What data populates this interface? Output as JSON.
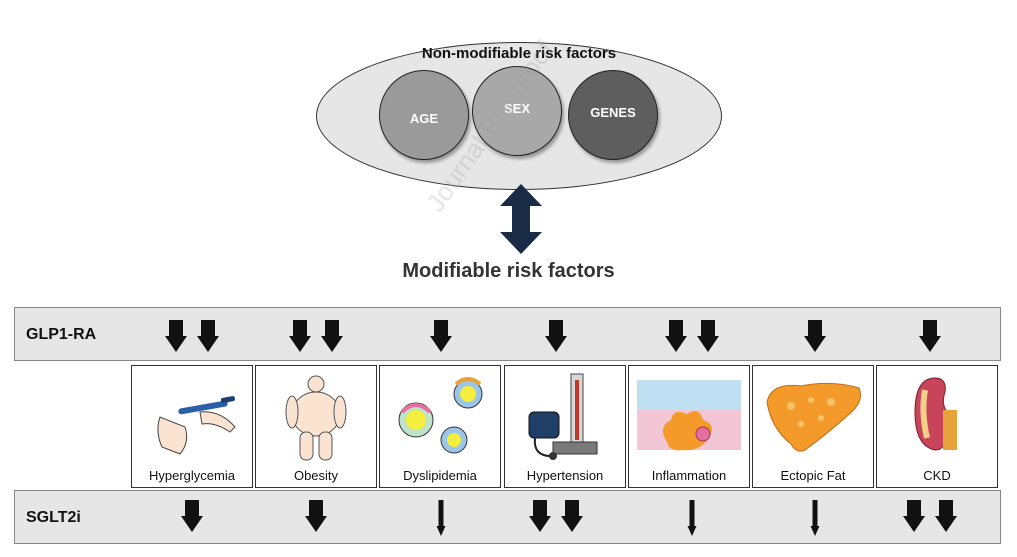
{
  "top": {
    "title": "Non-modifiable risk factors",
    "circles": [
      "AGE",
      "SEX",
      "GENES"
    ]
  },
  "modifiable_title": "Modifiable risk factors",
  "rows": {
    "glp1": {
      "label": "GLP1-RA",
      "arrows": [
        2,
        2,
        1,
        1,
        2,
        1,
        1
      ],
      "style": "bold"
    },
    "sglt2": {
      "label": "SGLT2i",
      "arrows": [
        1,
        1,
        1,
        2,
        1,
        1,
        2
      ],
      "thin_columns": [
        2,
        4,
        5
      ]
    }
  },
  "factors": [
    "Hyperglycemia",
    "Obesity",
    "Dyslipidemia",
    "Hypertension",
    "Inflammation",
    "Ectopic Fat",
    "CKD"
  ],
  "watermark": "Journal Pre-proof",
  "colors": {
    "band": "#e6e6e6",
    "arrow_dark": "#1a2b45",
    "arrow": "#111111"
  }
}
